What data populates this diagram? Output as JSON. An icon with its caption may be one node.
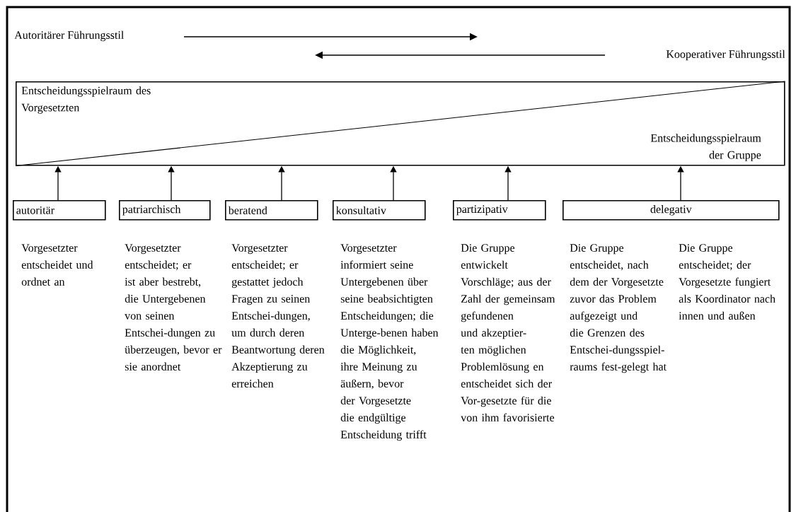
{
  "diagram": {
    "nodes": [
      {
        "text": [
          "Entscheidungsspielraum des Vorgesetzten",
          "Entscheidungsspielraum der Gruppe"
        ]
      },
      {
        "text": [
          "autoritär"
        ]
      },
      {
        "text": [
          "patriarchisch"
        ]
      },
      {
        "text": [
          "beratend"
        ]
      },
      {
        "text": [
          "konsultativ"
        ]
      },
      {
        "text": [
          "partizipativ"
        ]
      },
      {
        "text": [
          "delegativ"
        ]
      }
    ],
    "edges": [
      {
        "from": 1,
        "to": 0,
        "arrow": "to"
      },
      {
        "from": 2,
        "to": 0,
        "arrow": "to"
      },
      {
        "from": 3,
        "to": 0,
        "arrow": "to"
      },
      {
        "from": 4,
        "to": 0,
        "arrow": "to"
      },
      {
        "from": 5,
        "to": 0,
        "arrow": "to"
      },
      {
        "from": 6,
        "to": 0,
        "arrow": "to"
      }
    ],
    "labels": [
      "Autoritärer Führungsstil",
      "Kooperativer Führungsstil",
      "Vorgesetzter entscheidet und ordnet an",
      "Vorgesetzter entscheidet; er ist aber bestrebt, die Untergebenen von seinen Entschei-dungen zu überzeugen, bevor er sie anordnet",
      "Vorgesetzter entscheidet; er gestattet jedoch Fragen zu seinen Entschei-dungen, um durch deren Beantwortung deren Akzeptierung zu erreichen",
      "Vorgesetzter informiert seine Untergebenen über seine beabsichtigten Entscheidungen; die Unterge-benen haben die Möglichkeit, ihre Meinung zu äußern, bevor der Vorgesetzte die endgültige Entscheidung trifft",
      "Die Gruppe entwickelt Vorschläge; aus der Zahl der gemeinsam gefundenen und akzeptier-ten möglichen Problemlösung en entscheidet sich der Vor-gesetzte für die von ihm favorisierte",
      "Die Gruppe entscheidet, nach dem der Vorgesetzte zuvor das Problem aufgezeigt und die Grenzen des Entschei-dungsspiel-raums fest-gelegt hat",
      "Die Gruppe entscheidet; der Vorgesetzte fungiert als Koordinator nach innen und außen"
    ]
  }
}
